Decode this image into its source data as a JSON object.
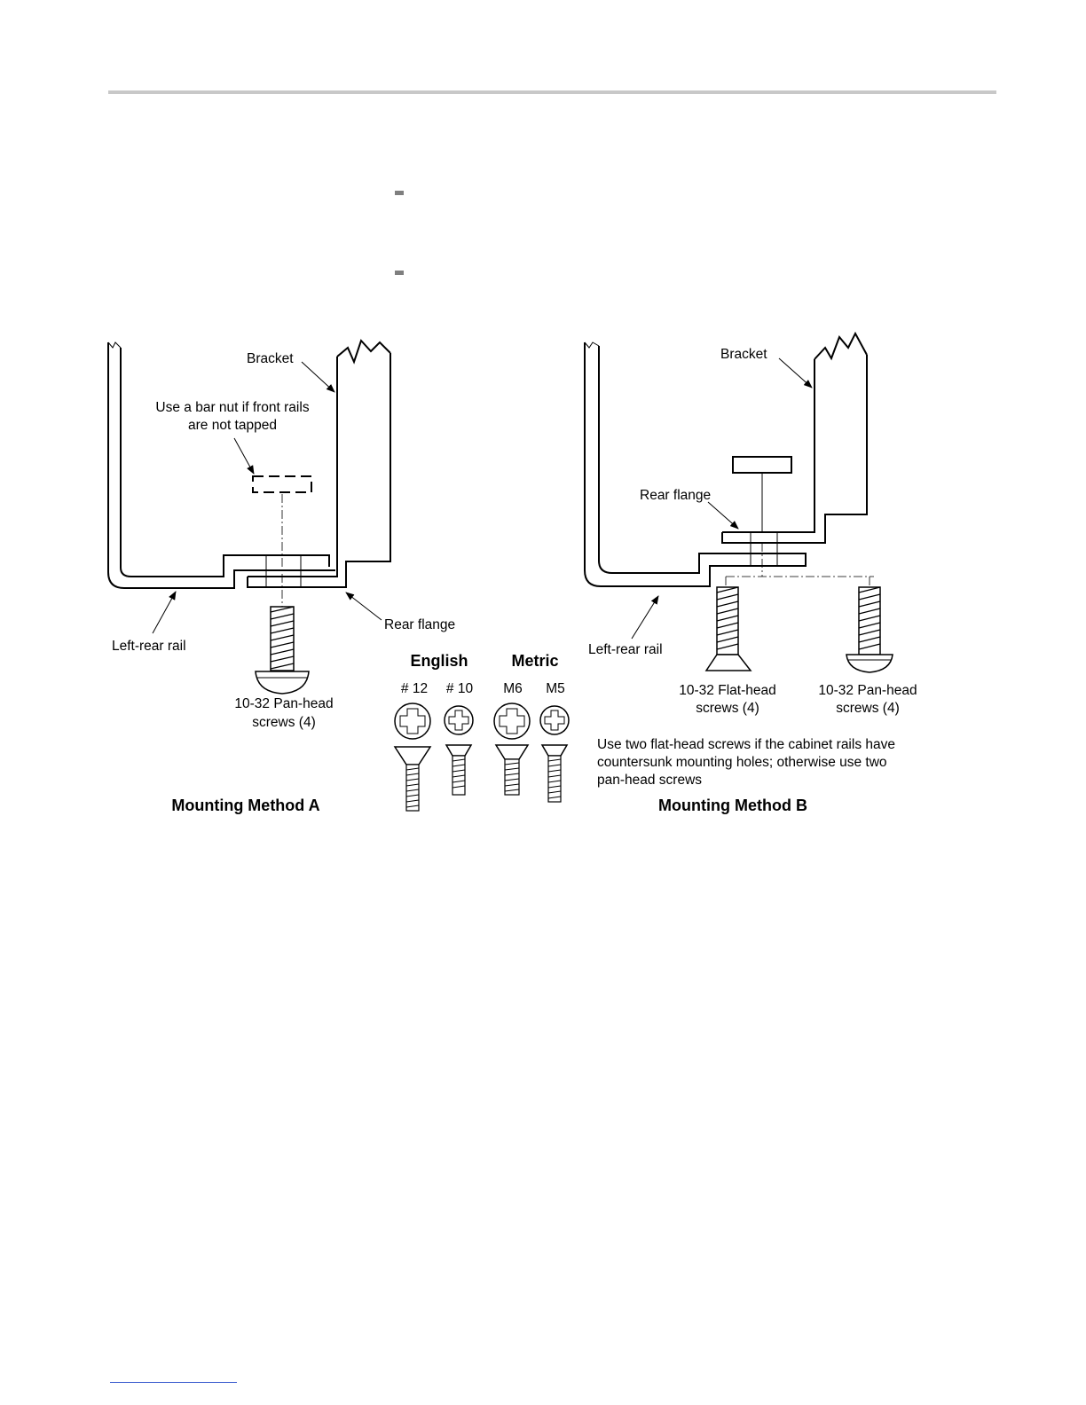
{
  "method_a": {
    "bracket": "Bracket",
    "bar_nut_line1": "Use a bar nut if front rails",
    "bar_nut_line2": "are not tapped",
    "rear_flange": "Rear flange",
    "left_rear_rail": "Left-rear rail",
    "screw_line1": "10-32 Pan-head",
    "screw_line2": "screws (4)",
    "title": "Mounting Method A"
  },
  "screw_legend": {
    "english": "English",
    "metric": "Metric",
    "sizes": [
      "# 12",
      "# 10",
      "M6",
      "M5"
    ]
  },
  "method_b": {
    "bracket": "Bracket",
    "rear_flange": "Rear flange",
    "left_rear_rail": "Left-rear rail",
    "flat_head_line1": "10-32 Flat-head",
    "flat_head_line2": "screws (4)",
    "pan_head_line1": "10-32 Pan-head",
    "pan_head_line2": "screws (4)",
    "note_line1": "Use two flat-head screws if the cabinet rails have",
    "note_line2": "countersunk mounting holes; otherwise use two",
    "note_line3": "pan-head screws",
    "title": "Mounting Method B"
  }
}
